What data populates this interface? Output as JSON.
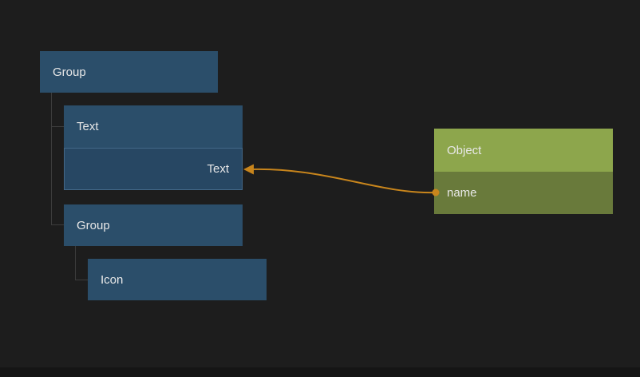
{
  "canvas": {
    "background": "#1d1d1d"
  },
  "palette": {
    "canvas_bg": "#1d1d1d",
    "blue_header": "#2b4e6a",
    "blue_port": "#274763",
    "green_header": "#8da64c",
    "green_row": "#697a3b",
    "wire": "#c8851c",
    "tree_line": "#3d3d3d",
    "text": "#e8e8e8",
    "bottom_bar": "#151515"
  },
  "tree": {
    "nodes": [
      {
        "id": "group-1",
        "label": "Group"
      },
      {
        "id": "text-1",
        "label": "Text",
        "ports": [
          {
            "label": "Text",
            "side": "right"
          }
        ]
      },
      {
        "id": "group-2",
        "label": "Group"
      },
      {
        "id": "icon-1",
        "label": "Icon"
      }
    ]
  },
  "object_node": {
    "title": "Object",
    "rows": [
      {
        "label": "name"
      }
    ]
  },
  "connections": [
    {
      "from": "Object.name",
      "to": "Text.Text"
    }
  ]
}
